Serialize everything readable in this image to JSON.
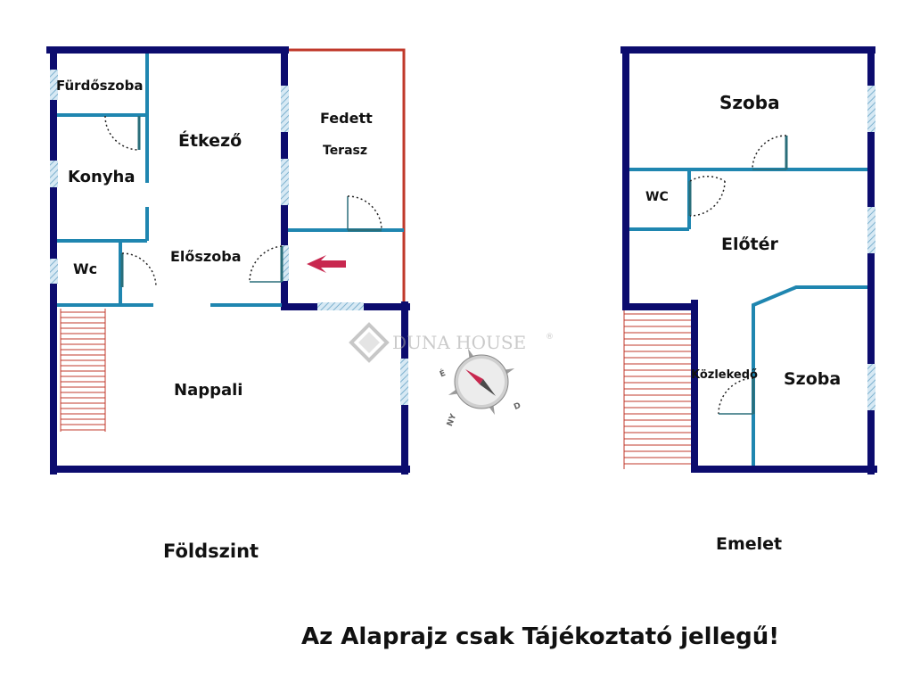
{
  "ground_floor": {
    "title": "Földszint",
    "rooms": {
      "furdoszoba": "Fürdőszoba",
      "etkezo": "Étkező",
      "fedett": "Fedett",
      "terasz": "Terasz",
      "konyha": "Konyha",
      "wc": "Wc",
      "eloszoba": "Előszoba",
      "nappali": "Nappali"
    }
  },
  "upper_floor": {
    "title": "Emelet",
    "rooms": {
      "szoba_top": "Szoba",
      "wc": "WC",
      "eloter": "Előtér",
      "kozlekedo": "Közlekedő",
      "szoba_bottom": "Szoba"
    }
  },
  "watermark": {
    "brand": "DUNA HOUSE",
    "registered": "®"
  },
  "compass": {
    "north": "É",
    "west": "NY",
    "south": "D"
  },
  "disclaimer": "Az Alaprajz csak Tájékoztató jellegű!",
  "colors": {
    "outer_wall": "#0c0c6e",
    "inner_wall": "#1f86b0",
    "terrace_line": "#c0392b",
    "entrance_arrow": "#c8284f"
  }
}
